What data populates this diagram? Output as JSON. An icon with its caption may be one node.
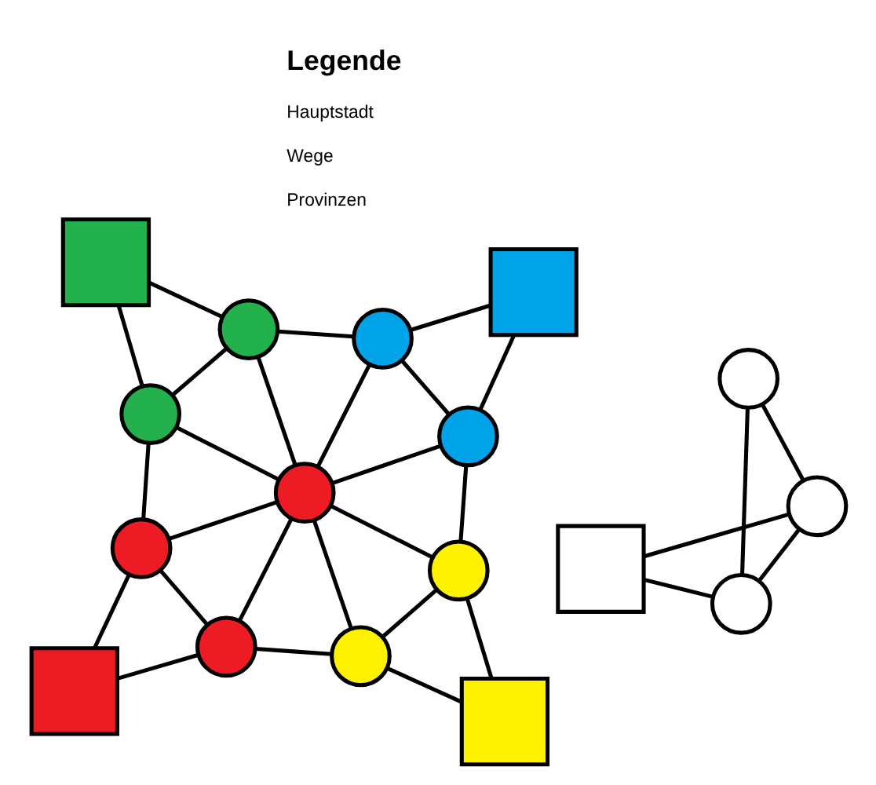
{
  "diagram": {
    "nodes": [
      {
        "text": [],
        "shape": "box"
      },
      {
        "text": [],
        "shape": "circle"
      },
      {
        "text": [],
        "shape": "circle"
      },
      {
        "text": [],
        "shape": "circle"
      },
      {
        "text": [],
        "shape": "circle"
      },
      {
        "text": [],
        "shape": "box"
      },
      {
        "text": [],
        "shape": "circle"
      },
      {
        "text": [],
        "shape": "box"
      },
      {
        "text": [],
        "shape": "circle"
      },
      {
        "text": [],
        "shape": "circle"
      },
      {
        "text": [],
        "shape": "circle"
      },
      {
        "text": [],
        "shape": "circle"
      },
      {
        "text": [],
        "shape": "box"
      },
      {
        "text": [],
        "shape": "box"
      },
      {
        "text": [],
        "shape": "circle"
      },
      {
        "text": [],
        "shape": "circle"
      },
      {
        "text": [],
        "shape": "circle"
      }
    ],
    "edges": [
      {
        "from": 0,
        "to": 1,
        "arrow": "none"
      },
      {
        "from": 0,
        "to": 2,
        "arrow": "none"
      },
      {
        "from": 1,
        "to": 2,
        "arrow": "none"
      },
      {
        "from": 1,
        "to": 3,
        "arrow": "none"
      },
      {
        "from": 2,
        "to": 4,
        "arrow": "none"
      },
      {
        "from": 1,
        "to": 6,
        "arrow": "none"
      },
      {
        "from": 2,
        "to": 6,
        "arrow": "none"
      },
      {
        "from": 3,
        "to": 5,
        "arrow": "none"
      },
      {
        "from": 5,
        "to": 8,
        "arrow": "none"
      },
      {
        "from": 3,
        "to": 8,
        "arrow": "none"
      },
      {
        "from": 3,
        "to": 6,
        "arrow": "none"
      },
      {
        "from": 8,
        "to": 6,
        "arrow": "none"
      },
      {
        "from": 4,
        "to": 7,
        "arrow": "none"
      },
      {
        "from": 7,
        "to": 9,
        "arrow": "none"
      },
      {
        "from": 4,
        "to": 9,
        "arrow": "none"
      },
      {
        "from": 4,
        "to": 6,
        "arrow": "none"
      },
      {
        "from": 9,
        "to": 6,
        "arrow": "none"
      },
      {
        "from": 8,
        "to": 10,
        "arrow": "none"
      },
      {
        "from": 9,
        "to": 11,
        "arrow": "none"
      },
      {
        "from": 10,
        "to": 11,
        "arrow": "none"
      },
      {
        "from": 10,
        "to": 6,
        "arrow": "none"
      },
      {
        "from": 11,
        "to": 6,
        "arrow": "none"
      },
      {
        "from": 10,
        "to": 12,
        "arrow": "none"
      },
      {
        "from": 11,
        "to": 12,
        "arrow": "none"
      },
      {
        "from": 13,
        "to": 14,
        "arrow": "none"
      },
      {
        "from": 13,
        "to": 15,
        "arrow": "none"
      },
      {
        "from": 14,
        "to": 15,
        "arrow": "none"
      },
      {
        "from": 14,
        "to": 16,
        "arrow": "none"
      },
      {
        "from": 15,
        "to": 16,
        "arrow": "none"
      }
    ],
    "labels": [
      "Legende"
    ],
    "legend": [
      {
        "text": "Hauptstadt"
      },
      {
        "text": "Wege"
      },
      {
        "text": "Provinzen"
      }
    ]
  }
}
